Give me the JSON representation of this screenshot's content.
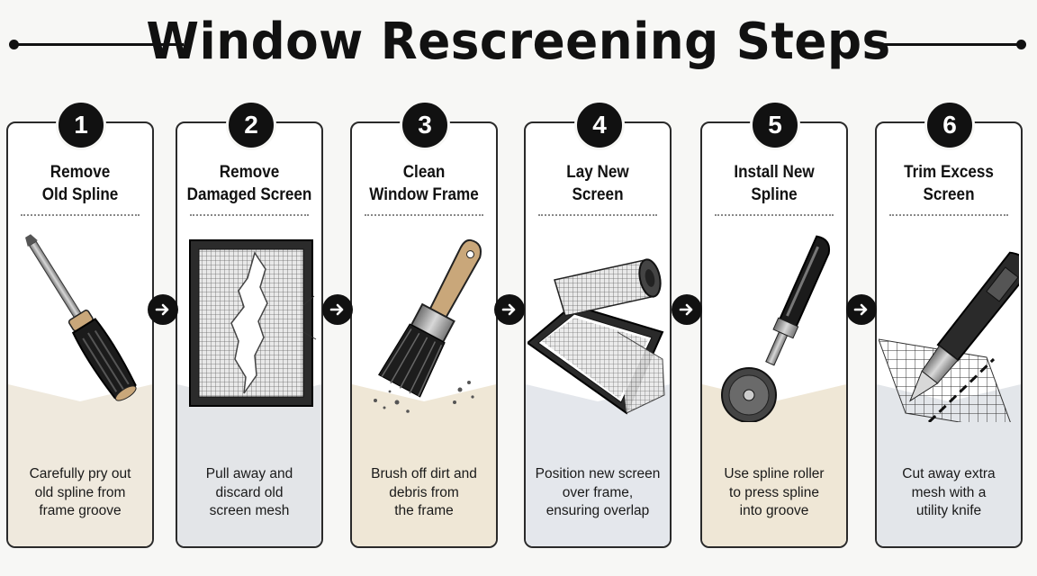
{
  "title": "Window Rescreening Steps",
  "steps": [
    {
      "number": "1",
      "title_line1": "Remove",
      "title_line2": "Old Spline",
      "desc_line1": "Carefully pry out",
      "desc_line2": "old spline from",
      "desc_line3": "frame groove",
      "icon": "screwdriver-icon",
      "tint": "#efe9dd"
    },
    {
      "number": "2",
      "title_line1": "Remove",
      "title_line2": "Damaged Screen",
      "desc_line1": "Pull away and",
      "desc_line2": "discard old",
      "desc_line3": "screen mesh",
      "icon": "torn-screen-icon",
      "tint": "#e3e5e8"
    },
    {
      "number": "3",
      "title_line1": "Clean",
      "title_line2": "Window Frame",
      "desc_line1": "Brush off dirt and",
      "desc_line2": "debris from",
      "desc_line3": "the frame",
      "icon": "paint-brush-icon",
      "tint": "#efe7d6"
    },
    {
      "number": "4",
      "title_line1": "Lay New",
      "title_line2": "Screen",
      "desc_line1": "Position new screen",
      "desc_line2": "over frame,",
      "desc_line3": "ensuring overlap",
      "icon": "screen-roll-icon",
      "tint": "#e4e7ec"
    },
    {
      "number": "5",
      "title_line1": "Install New",
      "title_line2": "Spline",
      "desc_line1": "Use spline roller",
      "desc_line2": "to press spline",
      "desc_line3": "into groove",
      "icon": "spline-roller-icon",
      "tint": "#efe7d6"
    },
    {
      "number": "6",
      "title_line1": "Trim Excess",
      "title_line2": "Screen",
      "desc_line1": "Cut away extra",
      "desc_line2": "mesh with a",
      "desc_line3": "utility knife",
      "icon": "utility-knife-icon",
      "tint": "#e3e6ea"
    }
  ],
  "colors": {
    "ink": "#111111",
    "wood": "#c9a77a",
    "metal": "#9a9a9a"
  }
}
